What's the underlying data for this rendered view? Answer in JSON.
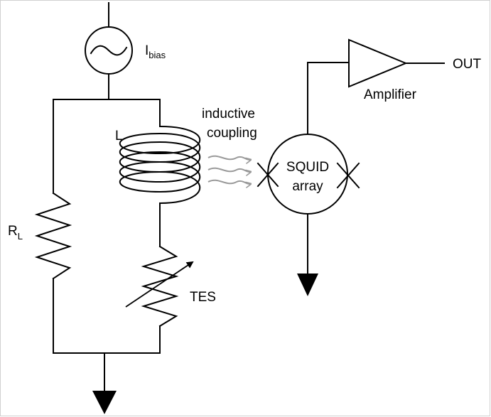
{
  "labels": {
    "ibias_main": "I",
    "ibias_sub": "bias",
    "rl_main": "R",
    "rl_sub": "L",
    "inductor": "L",
    "coupling_line1": "inductive",
    "coupling_line2": "coupling",
    "squid_line1": "SQUID",
    "squid_line2": "array",
    "amplifier": "Amplifier",
    "out": "OUT",
    "tes": "TES"
  },
  "colors": {
    "line": "#000000",
    "coupling_arrows": "#9a9a9a",
    "background": "#ffffff",
    "frame": "#d0d0d0"
  }
}
